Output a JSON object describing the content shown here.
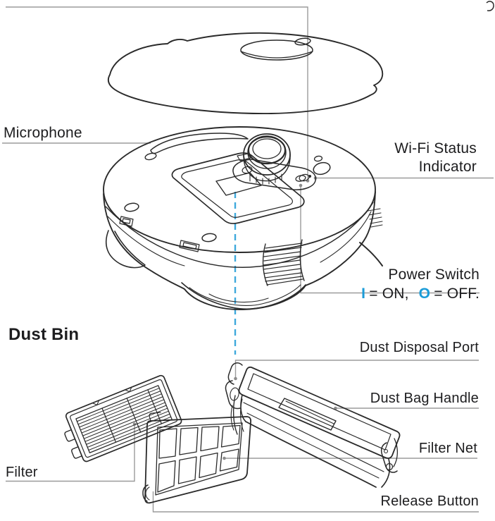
{
  "colors": {
    "label_text": "#1d1d1f",
    "accent_blue": "#1b9cd8",
    "leader_line": "#9b9b9b",
    "artwork_line": "#2a2a2a",
    "dash_blue": "#3fa9dc"
  },
  "robot_section": {
    "microphone_label": "Microphone",
    "wifi_label_line1": "Wi-Fi Status",
    "wifi_label_line2": "Indicator",
    "power_switch_label": "Power Switch",
    "power_on_symbol": "I",
    "power_on_text": "= ON,",
    "power_off_symbol": "O",
    "power_off_text": "= OFF."
  },
  "dust_bin_section": {
    "heading": "Dust Bin",
    "dust_disposal_port_label": "Dust Disposal Port",
    "dust_bag_handle_label": "Dust Bag Handle",
    "filter_net_label": "Filter Net",
    "filter_label": "Filter",
    "release_button_label": "Release Button"
  }
}
